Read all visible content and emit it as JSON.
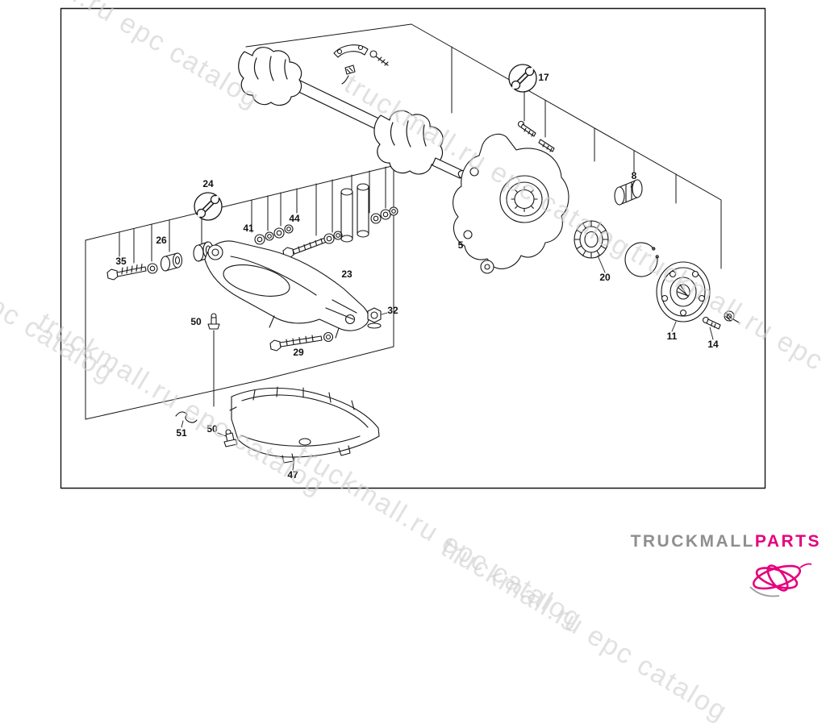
{
  "watermark": {
    "text": "truckmall.ru epc catalog"
  },
  "logo": {
    "primary": "TRUCKMALL",
    "accent": "PARTS"
  },
  "colors": {
    "accent": "#e6007e",
    "logogray": "#8f8f8f",
    "watermark": "#cfcfcf",
    "line": "#161616"
  },
  "parts": [
    {
      "num": "17"
    },
    {
      "num": "24"
    },
    {
      "num": "35"
    },
    {
      "num": "26"
    },
    {
      "num": "41"
    },
    {
      "num": "44"
    },
    {
      "num": "23"
    },
    {
      "num": "5"
    },
    {
      "num": "8"
    },
    {
      "num": "20"
    },
    {
      "num": "11"
    },
    {
      "num": "14"
    },
    {
      "num": "32"
    },
    {
      "num": "29"
    },
    {
      "num": "50"
    },
    {
      "num": "51"
    },
    {
      "num": "50"
    },
    {
      "num": "47"
    }
  ]
}
